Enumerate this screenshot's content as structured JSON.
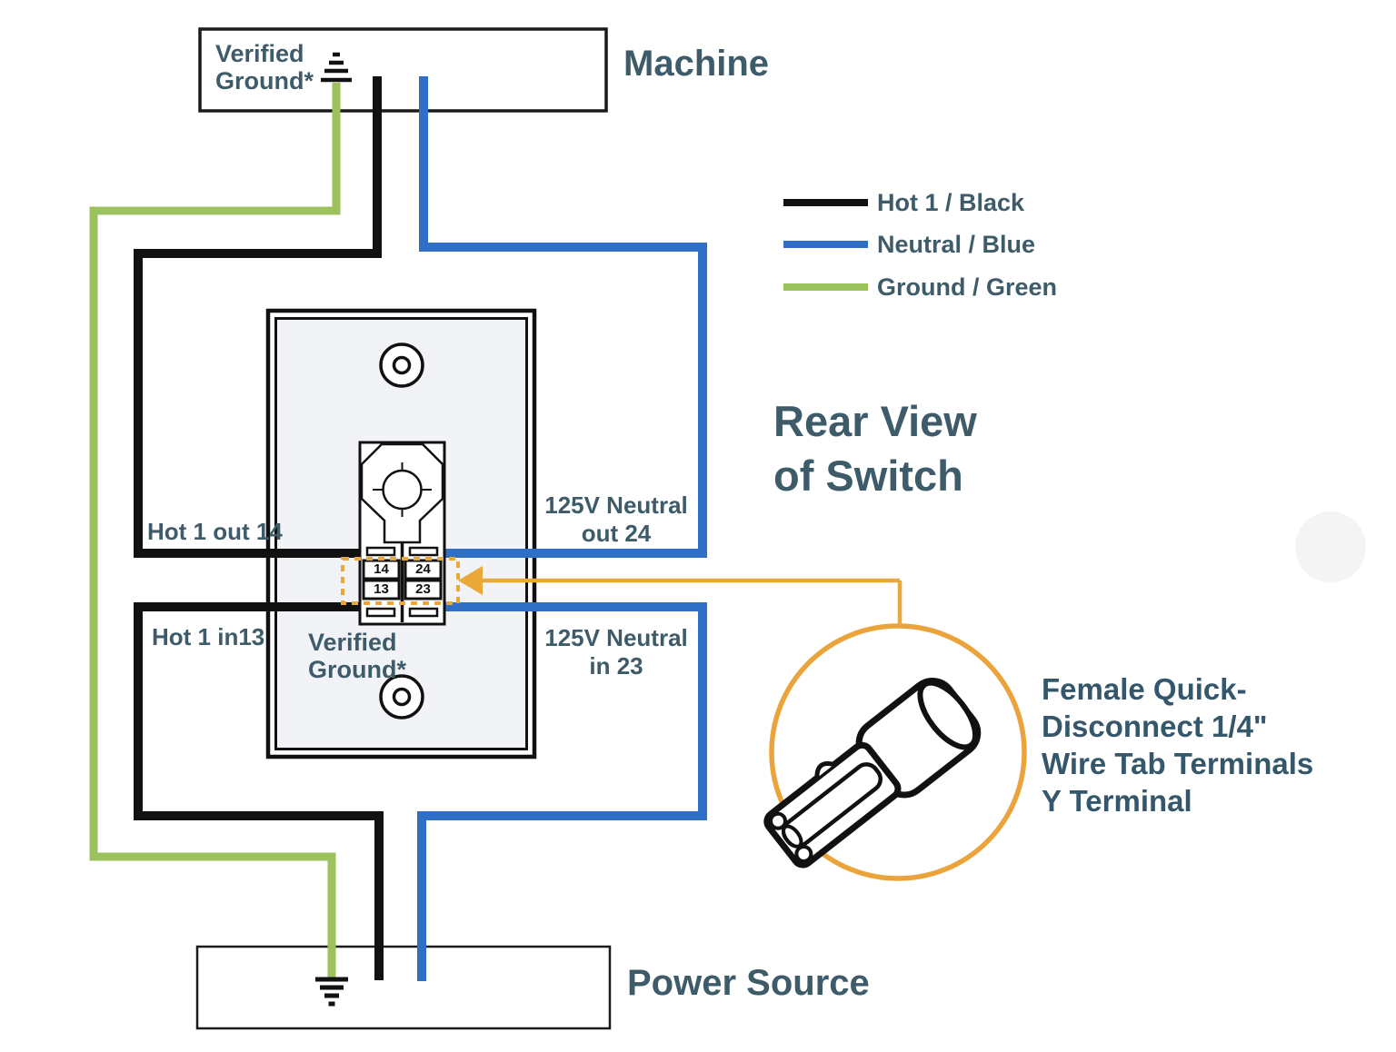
{
  "nodes": {
    "machine_label": "Machine",
    "power_source_label": "Power Source"
  },
  "headings": {
    "rear_view_line1": "Rear View",
    "rear_view_line2": "of Switch"
  },
  "legend": {
    "items": [
      {
        "label": "Hot 1 / Black",
        "color": "#111111"
      },
      {
        "label": "Neutral / Blue",
        "color": "#2f70c6"
      },
      {
        "label": "Ground / Green",
        "color": "#9cc25e"
      }
    ]
  },
  "wire_labels": {
    "verified_ground_top_line1": "Verified",
    "verified_ground_top_line2": "Ground*",
    "verified_ground_plate_line1": "Verified",
    "verified_ground_plate_line2": "Ground*",
    "hot_out": "Hot 1 out 14",
    "hot_in": "Hot 1 in13",
    "neutral_out_line1": "125V Neutral",
    "neutral_out_line2": "out 24",
    "neutral_in_line1": "125V Neutral",
    "neutral_in_line2": "in 23"
  },
  "switch": {
    "terminal_14": "14",
    "terminal_24": "24",
    "terminal_13": "13",
    "terminal_23": "23"
  },
  "callout": {
    "line1": "Female Quick-",
    "line2": "Disconnect 1/4\"",
    "line3": "Wire Tab Terminals",
    "line4": "Y Terminal"
  },
  "colors": {
    "text": "#3e5b6a",
    "wire_black": "#111111",
    "wire_blue": "#2f70c6",
    "wire_green": "#9cc25e",
    "accent_orange": "#e9a63c",
    "plate_fill": "#f2f3f6"
  }
}
